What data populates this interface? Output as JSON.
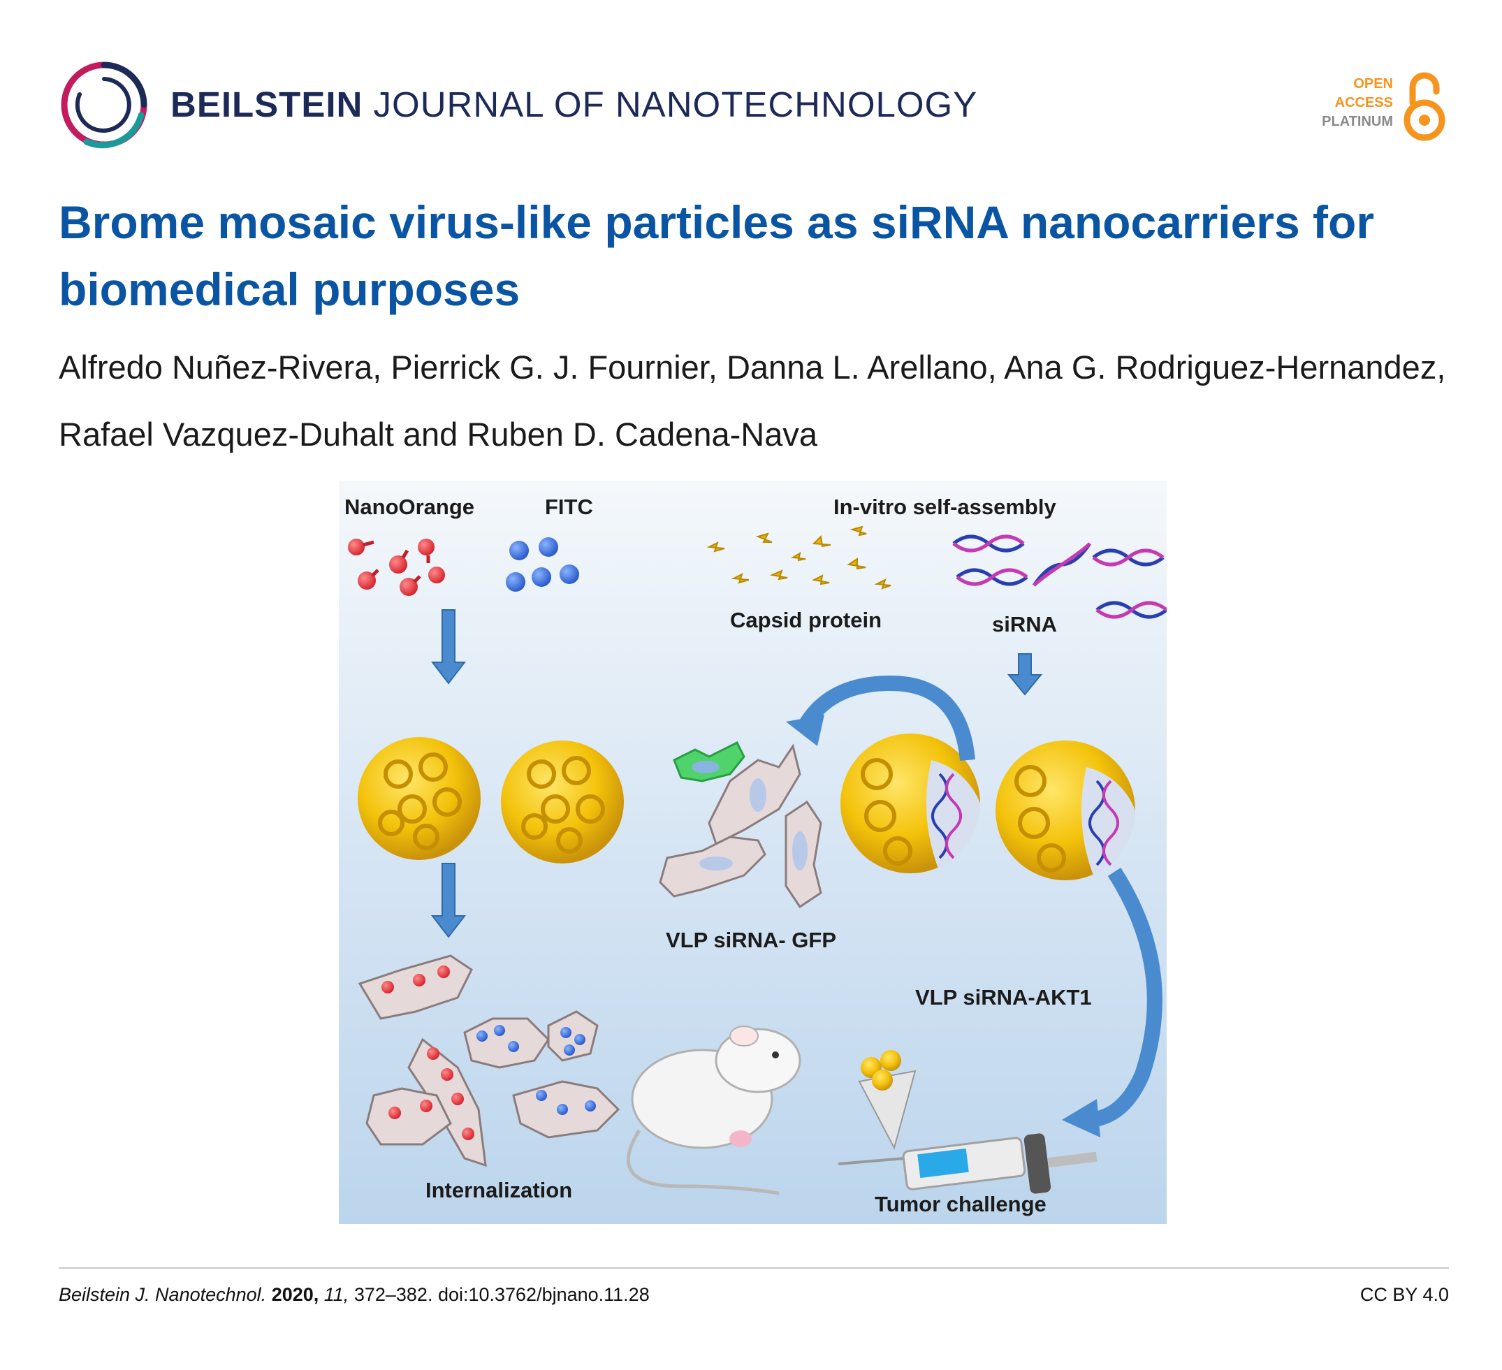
{
  "header": {
    "journal_bold": "BEILSTEIN",
    "journal_rest": "JOURNAL OF NANOTECHNOLOGY",
    "open_access": [
      "OPEN",
      "ACCESS",
      "PLATINUM"
    ],
    "accent_color": "#f7941d"
  },
  "article": {
    "title": "Brome mosaic virus-like particles as siRNA nanocarriers for biomedical purposes",
    "authors": "Alfredo Nuñez-Rivera, Pierrick G. J. Fournier, Danna L. Arellano, Ana G. Rodriguez-Hernandez, Rafael Vazquez-Duhalt and Ruben D. Cadena-Nava"
  },
  "figure": {
    "labels": {
      "nanoorange": "NanoOrange",
      "fitc": "FITC",
      "self_assembly": "In-vitro self-assembly",
      "capsid": "Capsid protein",
      "sirna": "siRNA",
      "vlp_gfp": "VLP siRNA- GFP",
      "vlp_akt1": "VLP siRNA-AKT1",
      "internalization": "Internalization",
      "tumor": "Tumor challenge"
    }
  },
  "footer": {
    "journal_abbrev": "Beilstein J. Nanotechnol.",
    "year": "2020,",
    "volume": "11,",
    "pages_doi": "372–382. doi:10.3762/bjnano.11.28",
    "license": "CC BY 4.0"
  }
}
